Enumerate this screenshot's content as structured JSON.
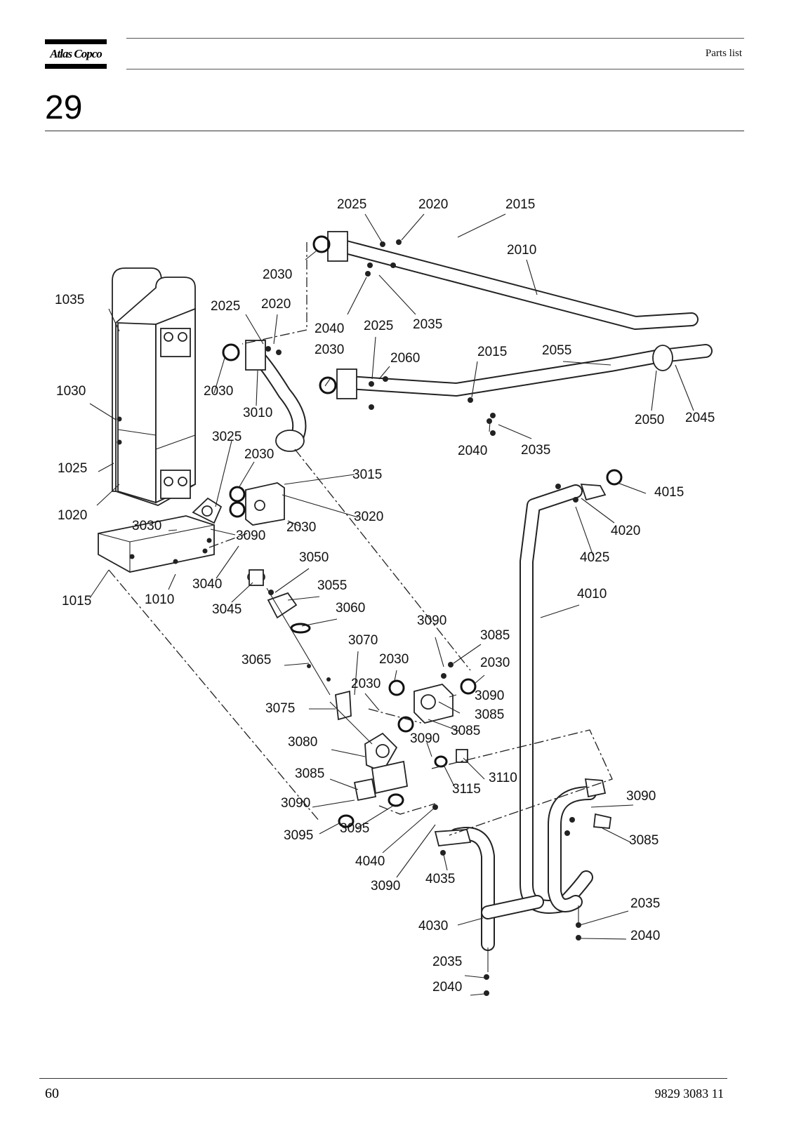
{
  "header": {
    "brand": "Atlas Copco",
    "section_label": "Parts list"
  },
  "section": {
    "number": "29"
  },
  "footer": {
    "page_number": "60",
    "document_number": "9829 3083 11"
  },
  "callouts": [
    "2025",
    "2020",
    "2015",
    "2010",
    "2030",
    "1035",
    "2025",
    "2020",
    "2040",
    "2025",
    "2035",
    "2030",
    "2060",
    "2015",
    "2055",
    "1030",
    "2030",
    "3010",
    "2050",
    "2045",
    "1025",
    "3025",
    "2030",
    "3015",
    "2040",
    "2035",
    "4015",
    "1020",
    "3020",
    "3030",
    "2030",
    "3090",
    "4020",
    "3050",
    "4025",
    "3040",
    "1015",
    "1010",
    "3055",
    "4010",
    "3045",
    "3060",
    "3090",
    "3085",
    "3070",
    "3065",
    "2030",
    "2030",
    "2030",
    "3090",
    "3075",
    "3085",
    "3085",
    "3080",
    "3090",
    "3110",
    "3085",
    "3115",
    "3090",
    "3095",
    "3095",
    "3090",
    "3085",
    "4040",
    "4035",
    "3090",
    "2035",
    "4030",
    "2040",
    "2035",
    "2040"
  ]
}
